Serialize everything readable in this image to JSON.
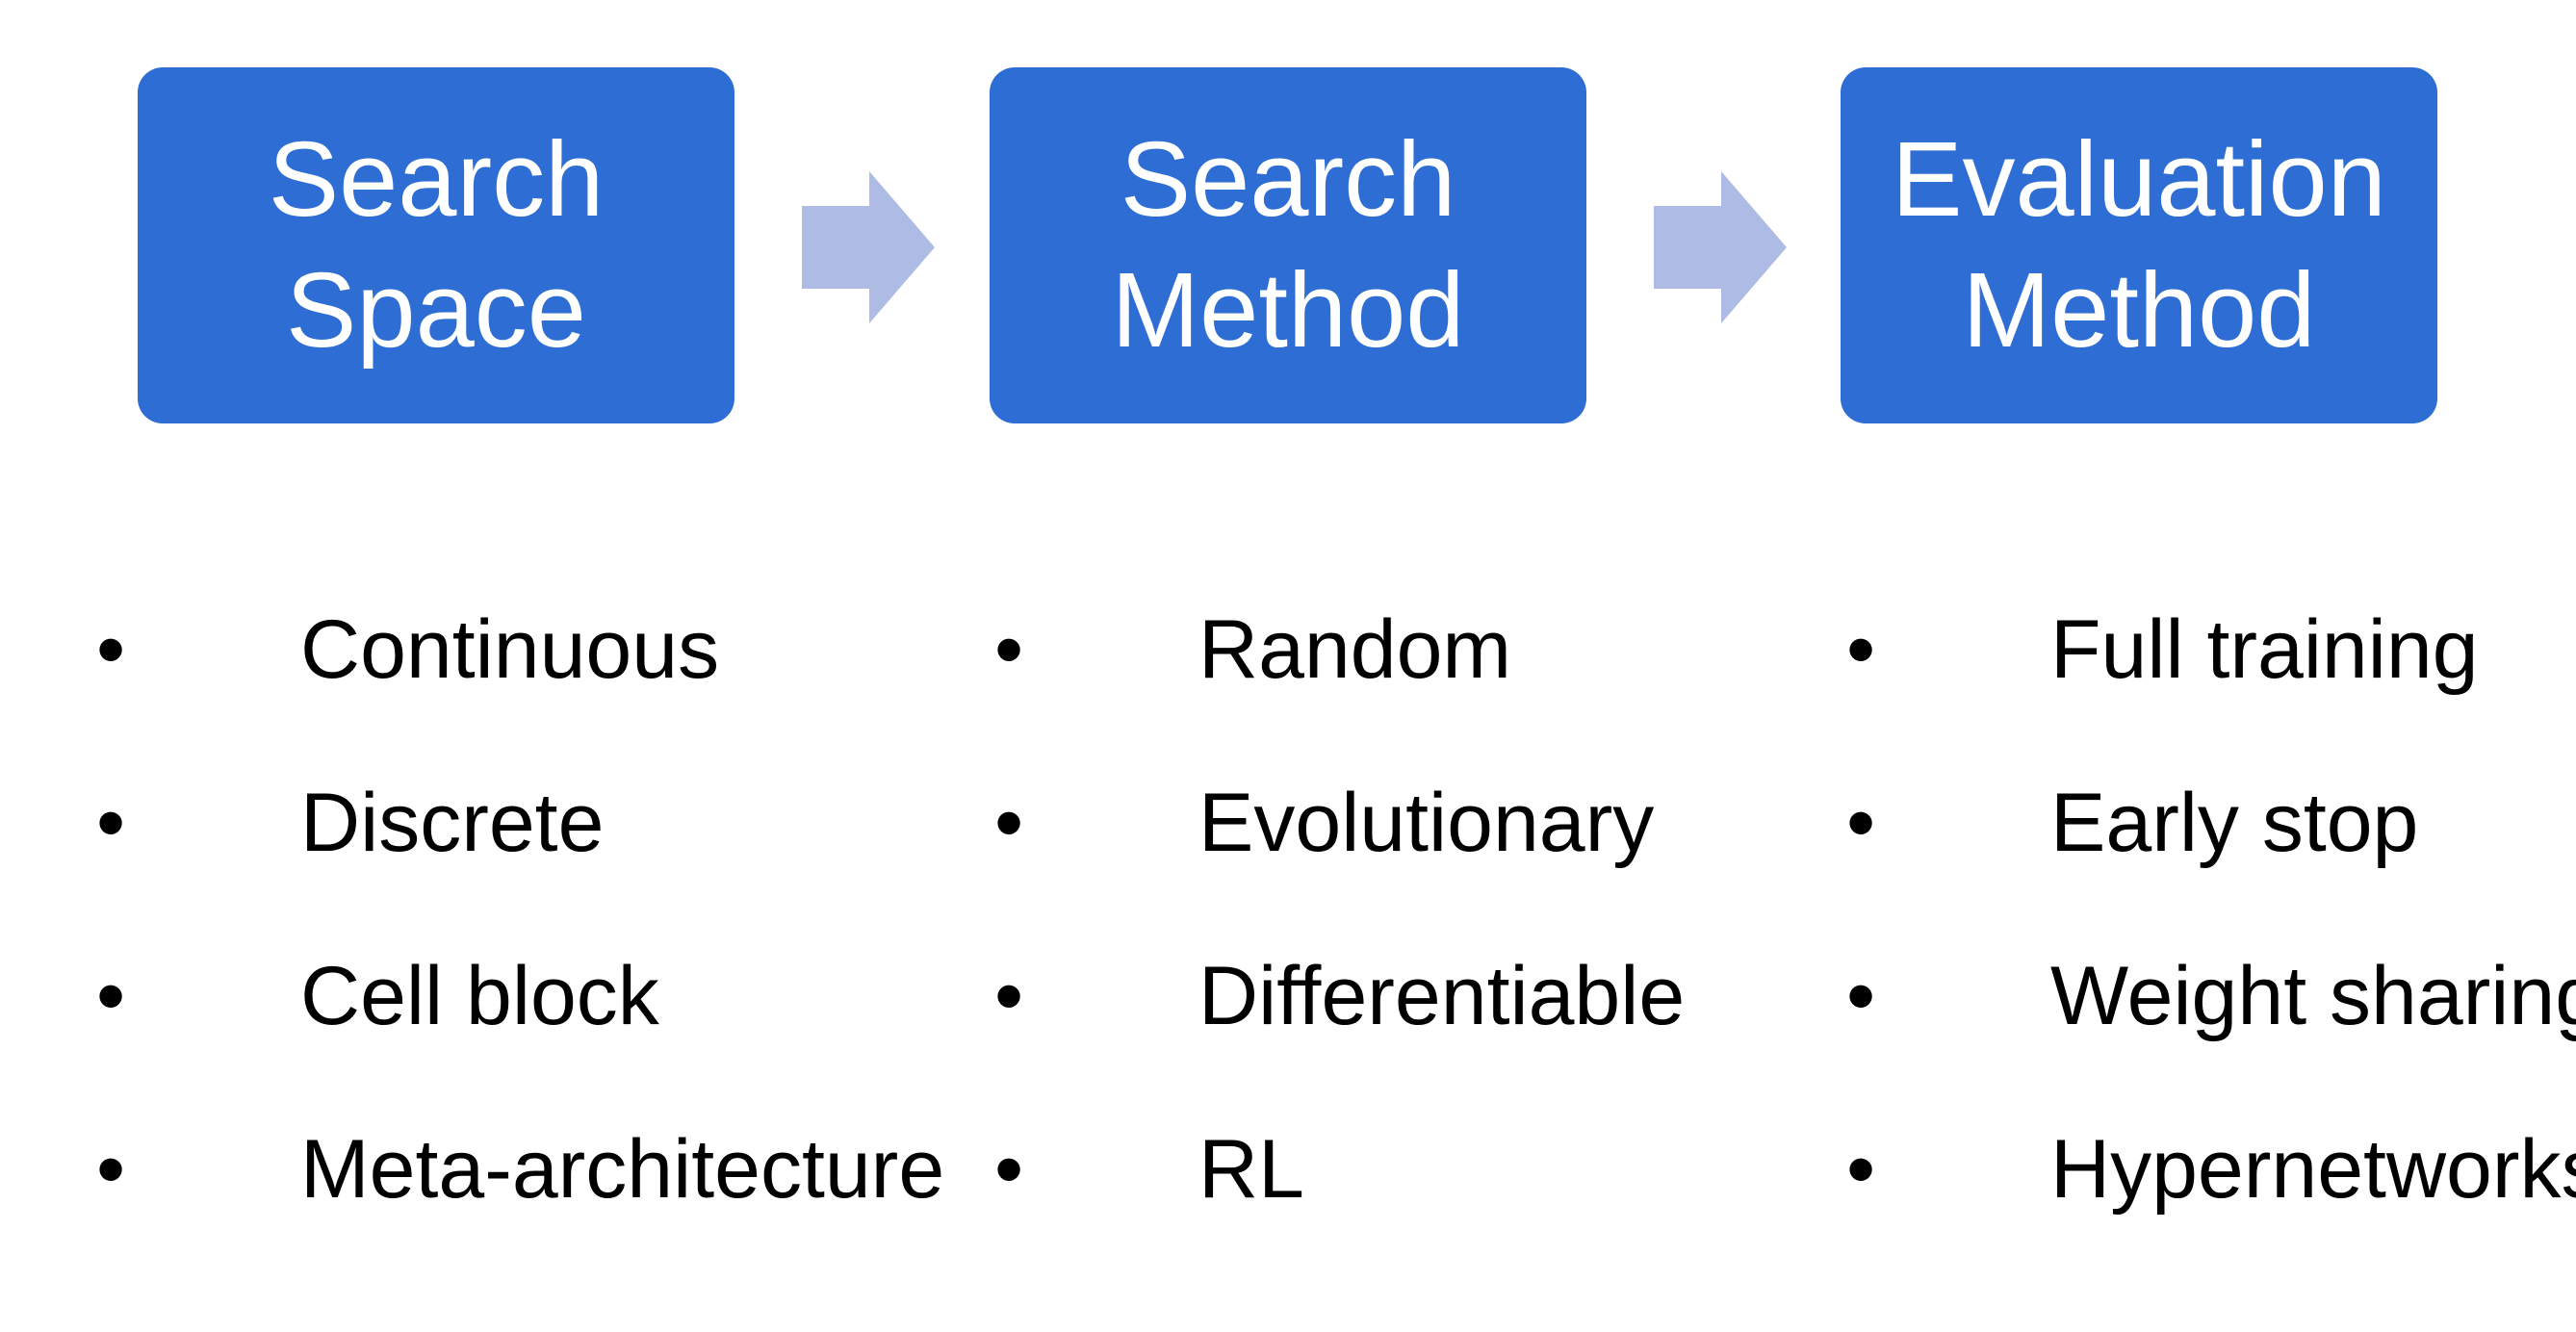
{
  "diagram": {
    "stages": [
      {
        "title": "Search\nSpace",
        "items": [
          "Continuous",
          "Discrete",
          "Cell block",
          "Meta-architecture"
        ]
      },
      {
        "title": "Search\nMethod",
        "items": [
          "Random",
          "Evolutionary",
          "Differentiable",
          "RL"
        ]
      },
      {
        "title": "Evaluation\nMethod",
        "items": [
          "Full training",
          "Early stop",
          "Weight sharing",
          "Hypernetworks"
        ]
      }
    ],
    "bullet_glyph": "•",
    "colors": {
      "box": "#2d6dd4",
      "box_text": "#ffffff",
      "arrow": "#aebbe5",
      "list_text": "#000000"
    }
  }
}
